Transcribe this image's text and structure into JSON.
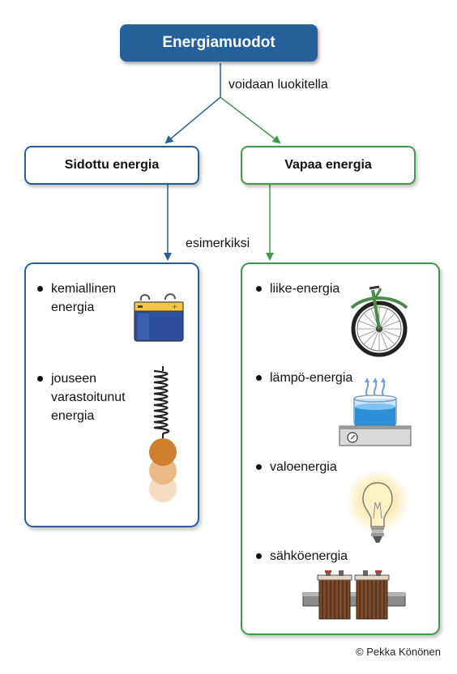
{
  "title": "Energiamuodot",
  "connector_label": "voidaan luokitella",
  "examples_label": "esimerkiksi",
  "categories": {
    "bound": {
      "title": "Sidottu energia",
      "color": "#25609b"
    },
    "free": {
      "title": "Vapaa energia",
      "color": "#3f9a4a"
    }
  },
  "bound_items": [
    {
      "label": "kemiallinen\nenergia",
      "icon": "battery-icon"
    },
    {
      "label": "jouseen\nvarastoitunut\nenergia",
      "icon": "spring-with-ball-icon"
    }
  ],
  "free_items": [
    {
      "label": "liike-energia",
      "icon": "bicycle-wheel-icon"
    },
    {
      "label": "lämpö-energia",
      "icon": "water-pot-on-stove-icon"
    },
    {
      "label": "valoenergia",
      "icon": "light-bulb-icon"
    },
    {
      "label": "sähköenergia",
      "icon": "electromagnet-coils-icon"
    }
  ],
  "copyright": "© Pekka Könönen"
}
